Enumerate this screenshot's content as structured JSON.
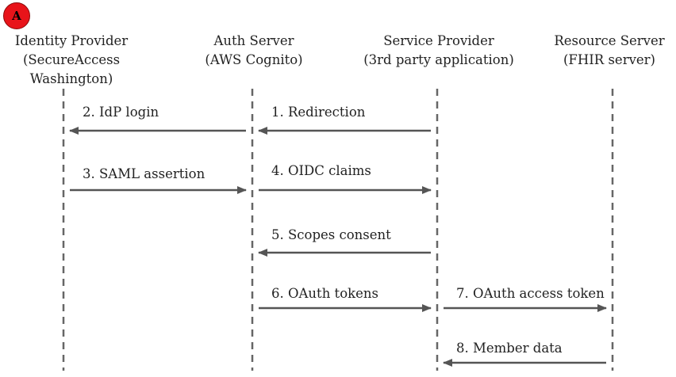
{
  "badge": {
    "label": "A",
    "color": "#e8141a"
  },
  "colors": {
    "lifeline": "#666666",
    "arrow": "#555555",
    "text": "#222222"
  },
  "participants": [
    {
      "id": "idp",
      "lines": [
        "Identity Provider",
        "(SecureAccess",
        "Washington)"
      ]
    },
    {
      "id": "auth",
      "lines": [
        "Auth Server",
        "(AWS Cognito)"
      ]
    },
    {
      "id": "sp",
      "lines": [
        "Service Provider",
        "(3rd party application)"
      ]
    },
    {
      "id": "rs",
      "lines": [
        "Resource Server",
        "(FHIR server)"
      ]
    }
  ],
  "messages": [
    {
      "from": "sp",
      "to": "auth",
      "label": "1. Redirection"
    },
    {
      "from": "auth",
      "to": "idp",
      "label": "2. IdP login"
    },
    {
      "from": "idp",
      "to": "auth",
      "label": "3. SAML assertion"
    },
    {
      "from": "auth",
      "to": "sp",
      "label": "4. OIDC claims"
    },
    {
      "from": "sp",
      "to": "auth",
      "label": "5. Scopes consent"
    },
    {
      "from": "auth",
      "to": "sp",
      "label": "6. OAuth tokens"
    },
    {
      "from": "sp",
      "to": "rs",
      "label": "7. OAuth access token"
    },
    {
      "from": "rs",
      "to": "sp",
      "label": "8. Member data"
    }
  ]
}
